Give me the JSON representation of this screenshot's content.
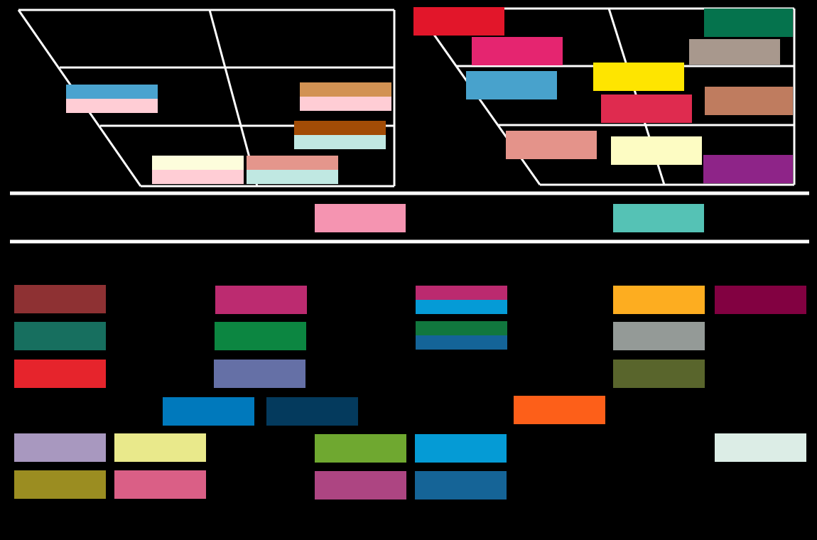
{
  "colors": {
    "background": "#000000",
    "lines": "#ffffff"
  },
  "panels": [
    {
      "name": "left-perspective-grid",
      "swatches": [
        {
          "name": "blue-over-pink",
          "colors": [
            "#4aa3cf",
            "#ffcdd5"
          ]
        },
        {
          "name": "tan-over-pink",
          "colors": [
            "#d29253",
            "#ffcdd5"
          ]
        },
        {
          "name": "brown-over-mint",
          "colors": [
            "#a24c06",
            "#c0e8e2"
          ]
        },
        {
          "name": "cream-over-pink",
          "colors": [
            "#fdfddc",
            "#ffcdd5"
          ]
        },
        {
          "name": "salmon-over-mint",
          "colors": [
            "#e4968c",
            "#c0e8e2"
          ]
        }
      ]
    },
    {
      "name": "right-perspective-grid",
      "swatches": [
        {
          "name": "red",
          "colors": [
            "#e2162a"
          ]
        },
        {
          "name": "dark-green",
          "colors": [
            "#05734d"
          ]
        },
        {
          "name": "magenta",
          "colors": [
            "#e52570"
          ]
        },
        {
          "name": "taupe",
          "colors": [
            "#a8988d"
          ]
        },
        {
          "name": "yellow",
          "colors": [
            "#fee500"
          ]
        },
        {
          "name": "sky-blue",
          "colors": [
            "#48a2cc"
          ]
        },
        {
          "name": "crimson",
          "colors": [
            "#df2b4f"
          ]
        },
        {
          "name": "terracotta",
          "colors": [
            "#bf7c5f"
          ]
        },
        {
          "name": "salmon",
          "colors": [
            "#e4938a"
          ]
        },
        {
          "name": "light-yellow",
          "colors": [
            "#fdfcc3"
          ]
        },
        {
          "name": "purple",
          "colors": [
            "#8e2488"
          ]
        }
      ]
    }
  ],
  "band": {
    "swatches": [
      {
        "name": "pink",
        "colors": [
          "#f594b1"
        ]
      },
      {
        "name": "teal",
        "colors": [
          "#55c2b5"
        ]
      }
    ]
  },
  "palette": {
    "swatches": [
      {
        "name": "maroon",
        "colors": [
          "#8e3133"
        ]
      },
      {
        "name": "raspberry",
        "colors": [
          "#bc2b70"
        ]
      },
      {
        "name": "raspberry-over-cyan",
        "colors": [
          "#bb2a6f",
          "#059bd6"
        ]
      },
      {
        "name": "amber",
        "colors": [
          "#fdad20"
        ]
      },
      {
        "name": "wine",
        "colors": [
          "#820141"
        ]
      },
      {
        "name": "pine",
        "colors": [
          "#176f5f"
        ]
      },
      {
        "name": "green",
        "colors": [
          "#0c8641"
        ]
      },
      {
        "name": "green-over-navy",
        "colors": [
          "#11773e",
          "#146498"
        ]
      },
      {
        "name": "gray",
        "colors": [
          "#949a97"
        ]
      },
      {
        "name": "red",
        "colors": [
          "#e6242c"
        ]
      },
      {
        "name": "periwinkle",
        "colors": [
          "#6570a6"
        ]
      },
      {
        "name": "olive-green",
        "colors": [
          "#59652c"
        ]
      },
      {
        "name": "ocean-blue",
        "colors": [
          "#0079bc"
        ]
      },
      {
        "name": "deep-navy",
        "colors": [
          "#043a5d"
        ]
      },
      {
        "name": "orange",
        "colors": [
          "#fd5f19"
        ]
      },
      {
        "name": "lavender",
        "colors": [
          "#a898bf"
        ]
      },
      {
        "name": "pale-lime",
        "colors": [
          "#e9e98b"
        ]
      },
      {
        "name": "leaf-green",
        "colors": [
          "#6fa830"
        ]
      },
      {
        "name": "cyan",
        "colors": [
          "#059bd5"
        ]
      },
      {
        "name": "mint-white",
        "colors": [
          "#dcede6"
        ]
      },
      {
        "name": "olive",
        "colors": [
          "#9b8d21"
        ]
      },
      {
        "name": "rose",
        "colors": [
          "#da5f86"
        ]
      },
      {
        "name": "orchid",
        "colors": [
          "#ad4582"
        ]
      },
      {
        "name": "steel-blue",
        "colors": [
          "#156497"
        ]
      }
    ]
  }
}
